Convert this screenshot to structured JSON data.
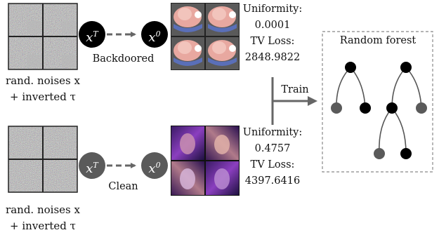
{
  "top_row": {
    "noise_caption_line1": "rand. noises x",
    "noise_caption_line2": "+ inverted τ",
    "start_node": "x",
    "start_node_sup": "T",
    "end_node": "x",
    "end_node_sup": "0",
    "process_label": "Backdoored",
    "uniformity_label": "Uniformity:",
    "uniformity_value": "0.0001",
    "tv_loss_label": "TV Loss:",
    "tv_loss_value": "2848.9822"
  },
  "bottom_row": {
    "noise_caption_line1": "rand. noises x",
    "noise_caption_line2": "+ inverted τ",
    "start_node": "x",
    "start_node_sup": "T",
    "end_node": "x",
    "end_node_sup": "0",
    "process_label": "Clean",
    "uniformity_label": "Uniformity:",
    "uniformity_value": "0.4757",
    "tv_loss_label": "TV Loss:",
    "tv_loss_value": "4397.6416"
  },
  "train_label": "Train",
  "forest_title": "Random forest",
  "colors": {
    "backdoor_node": "#000000",
    "clean_node": "#5a5a5a",
    "arrow": "#666666",
    "tree_edge": "#555555",
    "forest_border": "#888888"
  }
}
